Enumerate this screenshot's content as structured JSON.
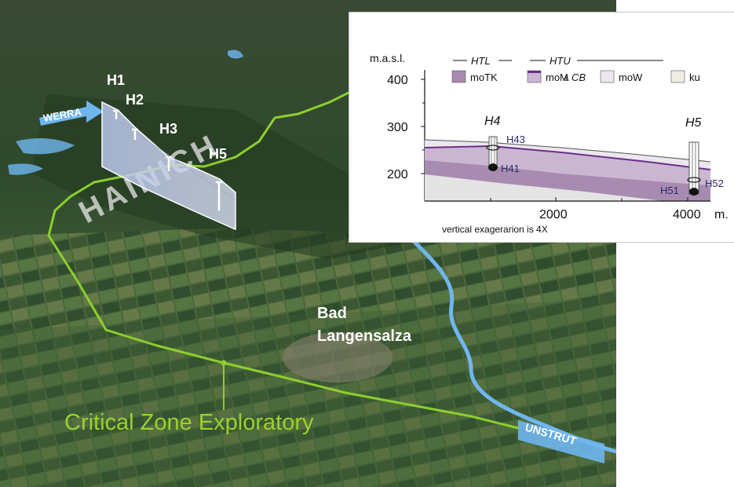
{
  "map": {
    "rivers": {
      "werra": "WERRA",
      "unstrut": "UNSTRUT"
    },
    "ridge_label": "HAINICH",
    "town": {
      "line1": "Bad",
      "line2": "Langensalza"
    },
    "zone_label": "Critical Zone Exploratory",
    "wells": [
      "H1",
      "H2",
      "H3",
      "H5"
    ],
    "colors": {
      "boundary": "#8ccf2e",
      "river": "#6fb6ef",
      "zone_text": "#9bd22e"
    }
  },
  "cross_section": {
    "ylabel": "m.a.s.l.",
    "yticks": [
      "400",
      "300",
      "200"
    ],
    "xticks": [
      "2000",
      "4000"
    ],
    "xunit": "m.",
    "groups": {
      "htl": "HTL",
      "htu": "HTU"
    },
    "legend": [
      {
        "id": "motk",
        "label": "moTK",
        "color": "#a88bb0"
      },
      {
        "id": "mom",
        "label": "moM",
        "label_suffix": "CB",
        "color": "#cbb6d2"
      },
      {
        "id": "mow",
        "label": "moW",
        "color": "#ede7ef"
      },
      {
        "id": "ku",
        "label": "ku",
        "color": "#efece4"
      }
    ],
    "sites": {
      "h4": "H4",
      "h5": "H5"
    },
    "wells": {
      "h43": "H43",
      "h41": "H41",
      "h52": "H52",
      "h51": "H51"
    },
    "note": "vertical exagerarion is 4X"
  }
}
